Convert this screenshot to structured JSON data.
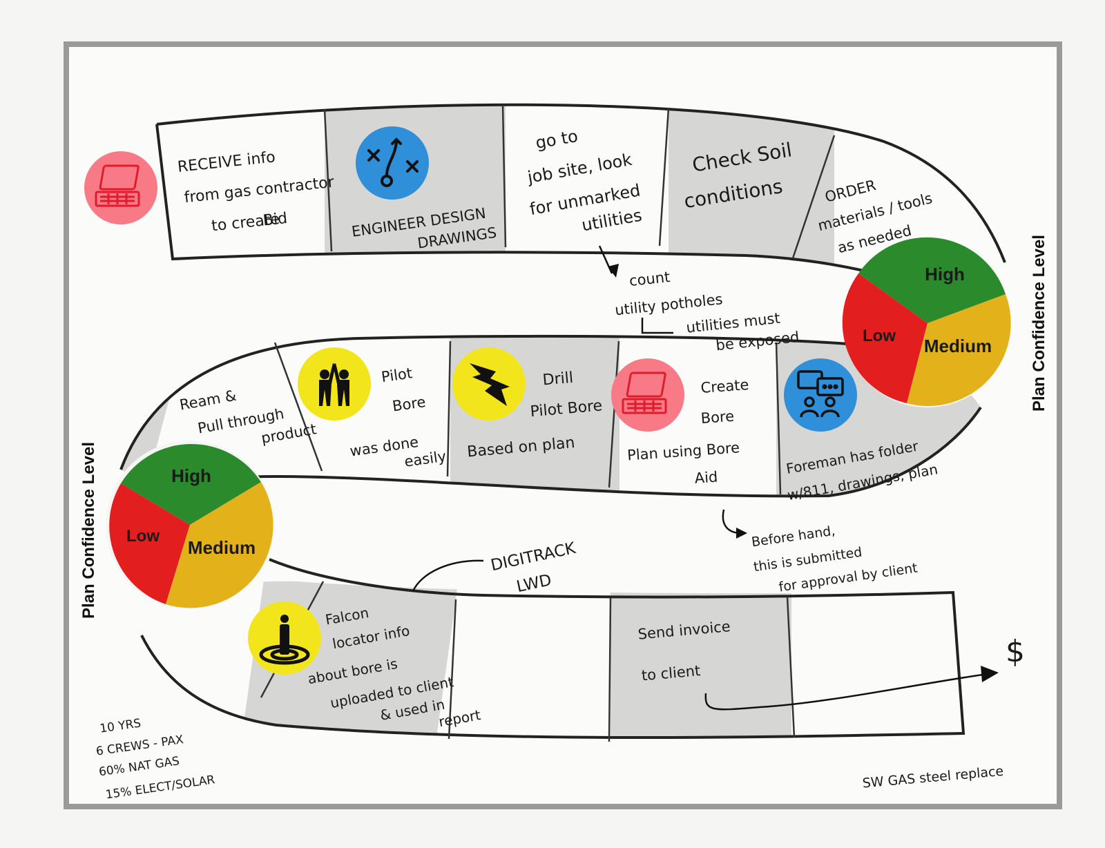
{
  "colors": {
    "paper": "#f5f5f3",
    "frame": "#9a9a9a",
    "shade": "#d6d6d4",
    "green": "#2b8a2b",
    "red": "#e31e1e",
    "yellow": "#e3b21a",
    "pink": "#f77a86",
    "blue": "#2f8fd8",
    "sticker_yellow": "#f3e51b"
  },
  "confidence": {
    "label": "Plan Confidence Level",
    "high": "High",
    "medium": "Medium",
    "low": "Low"
  },
  "top_row": [
    {
      "lines": [
        "RECEIVE info",
        "from gas contractor",
        "to create",
        "Bid"
      ],
      "shaded": false,
      "sticker": "laptop-icon"
    },
    {
      "lines": [
        "ENGINEER DESIGN",
        "DRAWINGS"
      ],
      "shaded": true,
      "sticker": "strategy-icon"
    },
    {
      "lines": [
        "go to",
        "job site, look",
        "for unmarked",
        "utilities"
      ],
      "shaded": false
    },
    {
      "lines": [
        "Check Soil",
        "conditions"
      ],
      "shaded": true
    },
    {
      "lines": [
        "ORDER",
        "materials / tools",
        "as needed"
      ],
      "shaded": false
    }
  ],
  "middle_row": [
    {
      "lines": [
        "Ream &",
        "Pull through",
        "product"
      ],
      "shaded": true
    },
    {
      "lines": [
        "Pilot",
        "Bore",
        "was done",
        "easily"
      ],
      "shaded": false,
      "sticker": "high-five-icon"
    },
    {
      "lines": [
        "Drill",
        "Pilot Bore",
        "Based on plan"
      ],
      "shaded": true,
      "sticker": "lightning-icon"
    },
    {
      "lines": [
        "Create",
        "Bore",
        "Plan using Bore",
        "Aid"
      ],
      "shaded": false,
      "sticker": "laptop-icon"
    },
    {
      "lines": [
        "Foreman has folder",
        "w/811, drawings, plan"
      ],
      "shaded": true,
      "sticker": "meeting-icon"
    }
  ],
  "bottom_row": [
    {
      "lines": [
        "Falcon",
        "locator info",
        "about bore is",
        "uploaded to client",
        "& used in",
        "report"
      ],
      "shaded": true,
      "sticker": "target-person-icon"
    },
    {
      "lines": [],
      "shaded": false
    },
    {
      "lines": [
        "Send invoice",
        "to client"
      ],
      "shaded": true
    },
    {
      "lines": [],
      "shaded": false
    }
  ],
  "notes": {
    "potholes": [
      "count",
      "utility potholes",
      "utilities must",
      "be exposed"
    ],
    "approval": [
      "Before hand,",
      "this is submitted",
      "for approval by client"
    ],
    "digitrak": [
      "DIGITRACK",
      "LWD"
    ],
    "dollar": "$",
    "stats": [
      "10 YRS",
      "6 CREWS - PAX",
      "60% NAT GAS",
      "15% ELECT/SOLAR"
    ],
    "footer": "SW GAS  steel replace"
  }
}
